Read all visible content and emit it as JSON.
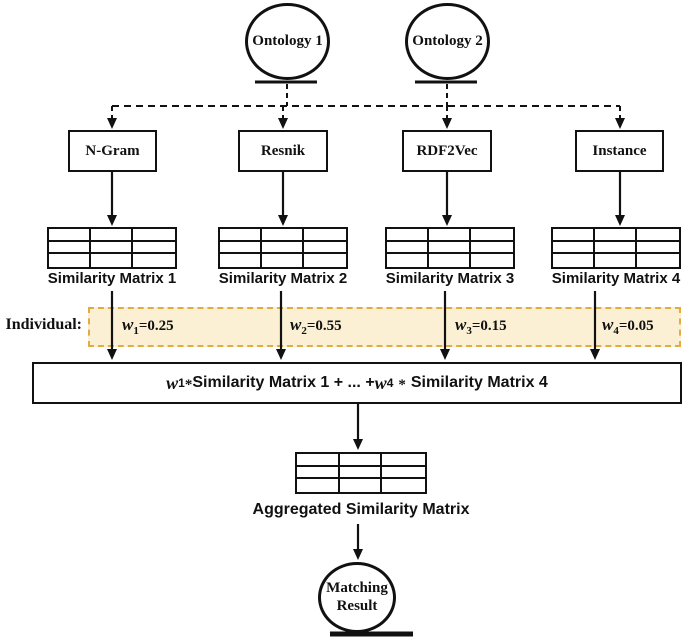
{
  "ontologies": [
    {
      "label": "Ontology 1"
    },
    {
      "label": "Ontology 2"
    }
  ],
  "matchers": [
    {
      "label": "N-Gram"
    },
    {
      "label": "Resnik"
    },
    {
      "label": "RDF2Vec"
    },
    {
      "label": "Instance"
    }
  ],
  "matrices": [
    {
      "label": "Similarity Matrix 1"
    },
    {
      "label": "Similarity Matrix 2"
    },
    {
      "label": "Similarity Matrix 3"
    },
    {
      "label": "Similarity Matrix 4"
    }
  ],
  "weights": {
    "row_label": "Individual:",
    "items": [
      {
        "sym": "w",
        "sub": "1",
        "value": "=0.25"
      },
      {
        "sym": "w",
        "sub": "2",
        "value": "=0.55"
      },
      {
        "sym": "w",
        "sub": "3",
        "value": "=0.15"
      },
      {
        "sym": "w",
        "sub": "4",
        "value": "=0.05"
      }
    ]
  },
  "aggregation": {
    "w1_sym": "w",
    "w1_sub": "1",
    "star1": "*",
    "middle": "Similarity Matrix 1 + ... + ",
    "w4_sym": "w",
    "w4_sub": "4",
    "star2": "*",
    "tail": "Similarity Matrix 4"
  },
  "aggregated_matrix": {
    "label": "Aggregated Similarity Matrix"
  },
  "result": {
    "line1": "Matching",
    "line2": "Result"
  },
  "colors": {
    "band_fill": "#FBF0D3",
    "band_border": "#E2AC41",
    "line_color": "#111111"
  }
}
